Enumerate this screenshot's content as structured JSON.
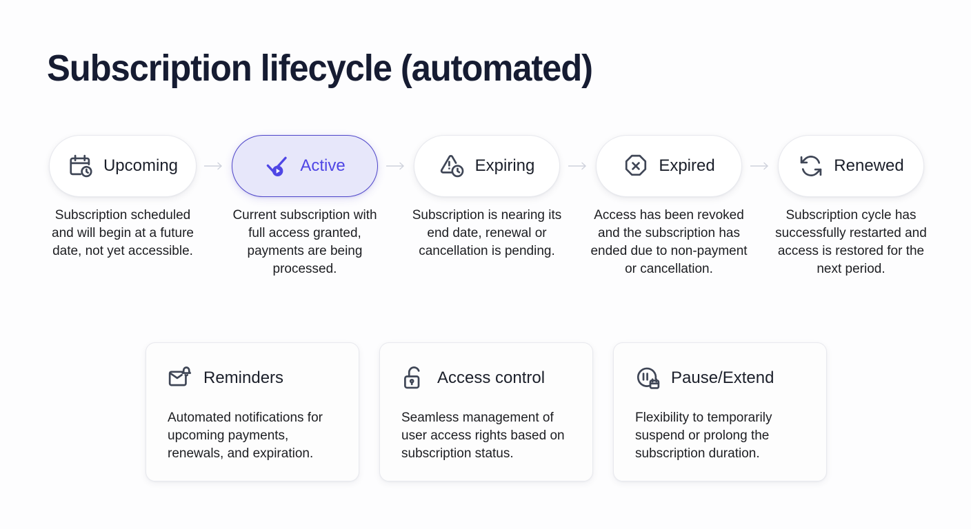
{
  "title": "Subscription lifecycle (automated)",
  "colors": {
    "background": "#fdfdfe",
    "title": "#161c32",
    "icon_stroke": "#3f4656",
    "accent_indigo": "#4f46e5",
    "accent_border": "#4f46c9",
    "active_fill": "#e7e7fa",
    "pill_border": "#e8e9ee",
    "connector": "#cfd2dc",
    "body_text": "#1c1d21"
  },
  "flow": {
    "stages": [
      {
        "label": "Upcoming",
        "icon": "calendar-clock-icon",
        "active": false,
        "description": "Subscription scheduled and will begin at a future date, not yet accessible."
      },
      {
        "label": "Active",
        "icon": "check-play-icon",
        "active": true,
        "description": "Current subscription with full access granted, payments are being processed."
      },
      {
        "label": "Expiring",
        "icon": "alert-triangle-clock-icon",
        "active": false,
        "description": "Subscription is nearing its end date, renewal or cancellation is pending."
      },
      {
        "label": "Expired",
        "icon": "octagon-x-icon",
        "active": false,
        "description": "Access has been revoked and the subscription has ended due to non-payment or cancellation."
      },
      {
        "label": "Renewed",
        "icon": "refresh-cycle-icon",
        "active": false,
        "description": "Subscription cycle has successfully restarted and access is restored for the next period."
      }
    ],
    "connector_icon": "arrow-right-icon",
    "connector_count": 4
  },
  "features": {
    "cards": [
      {
        "title": "Reminders",
        "icon": "mail-bell-icon",
        "description": "Automated notifications for upcoming payments, renewals, and expiration."
      },
      {
        "title": "Access control",
        "icon": "unlock-icon",
        "description": "Seamless management of user access rights based on subscription status."
      },
      {
        "title": "Pause/Extend",
        "icon": "pause-calendar-icon",
        "description": "Flexibility to temporarily suspend or prolong the subscription duration."
      }
    ]
  }
}
